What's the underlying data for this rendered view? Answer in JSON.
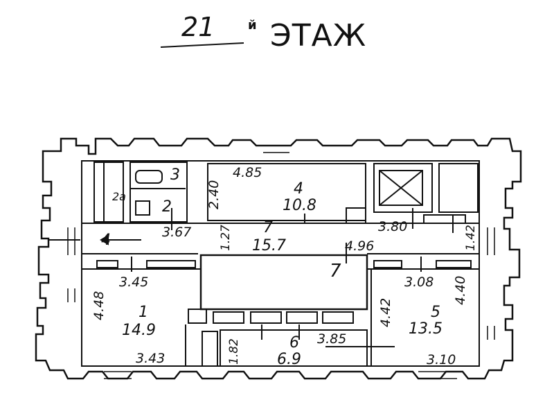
{
  "title": {
    "floor_number": "21",
    "ordinal_suffix": "й",
    "word": "ЭТАЖ"
  },
  "rooms": {
    "r1": {
      "number": "1",
      "area": "14.9"
    },
    "r2": {
      "number": "2"
    },
    "r2a": {
      "number": "2а"
    },
    "r3": {
      "number": "3"
    },
    "r4": {
      "number": "4",
      "area": "10.8"
    },
    "r5": {
      "number": "5",
      "area": "13.5"
    },
    "r6": {
      "number": "6",
      "area": "6.9"
    },
    "r7": {
      "number": "7",
      "area": "15.7"
    },
    "r7b": {
      "number": "7"
    },
    "corridor_left": {
      "number": "4"
    }
  },
  "dimensions": {
    "d_485": "4.85",
    "d_240": "2.40",
    "d_367": "3.67",
    "d_127": "1.27",
    "d_380": "3.80",
    "d_142": "1.42",
    "d_496": "4.96",
    "d_345": "3.45",
    "d_448": "4.48",
    "d_343": "3.43",
    "d_308": "3.08",
    "d_440": "4.40",
    "d_442": "4.42",
    "d_182": "1.82",
    "d_385": "3.85",
    "d_310": "3.10"
  },
  "colors": {
    "ink": "#111111",
    "paper": "#ffffff"
  }
}
